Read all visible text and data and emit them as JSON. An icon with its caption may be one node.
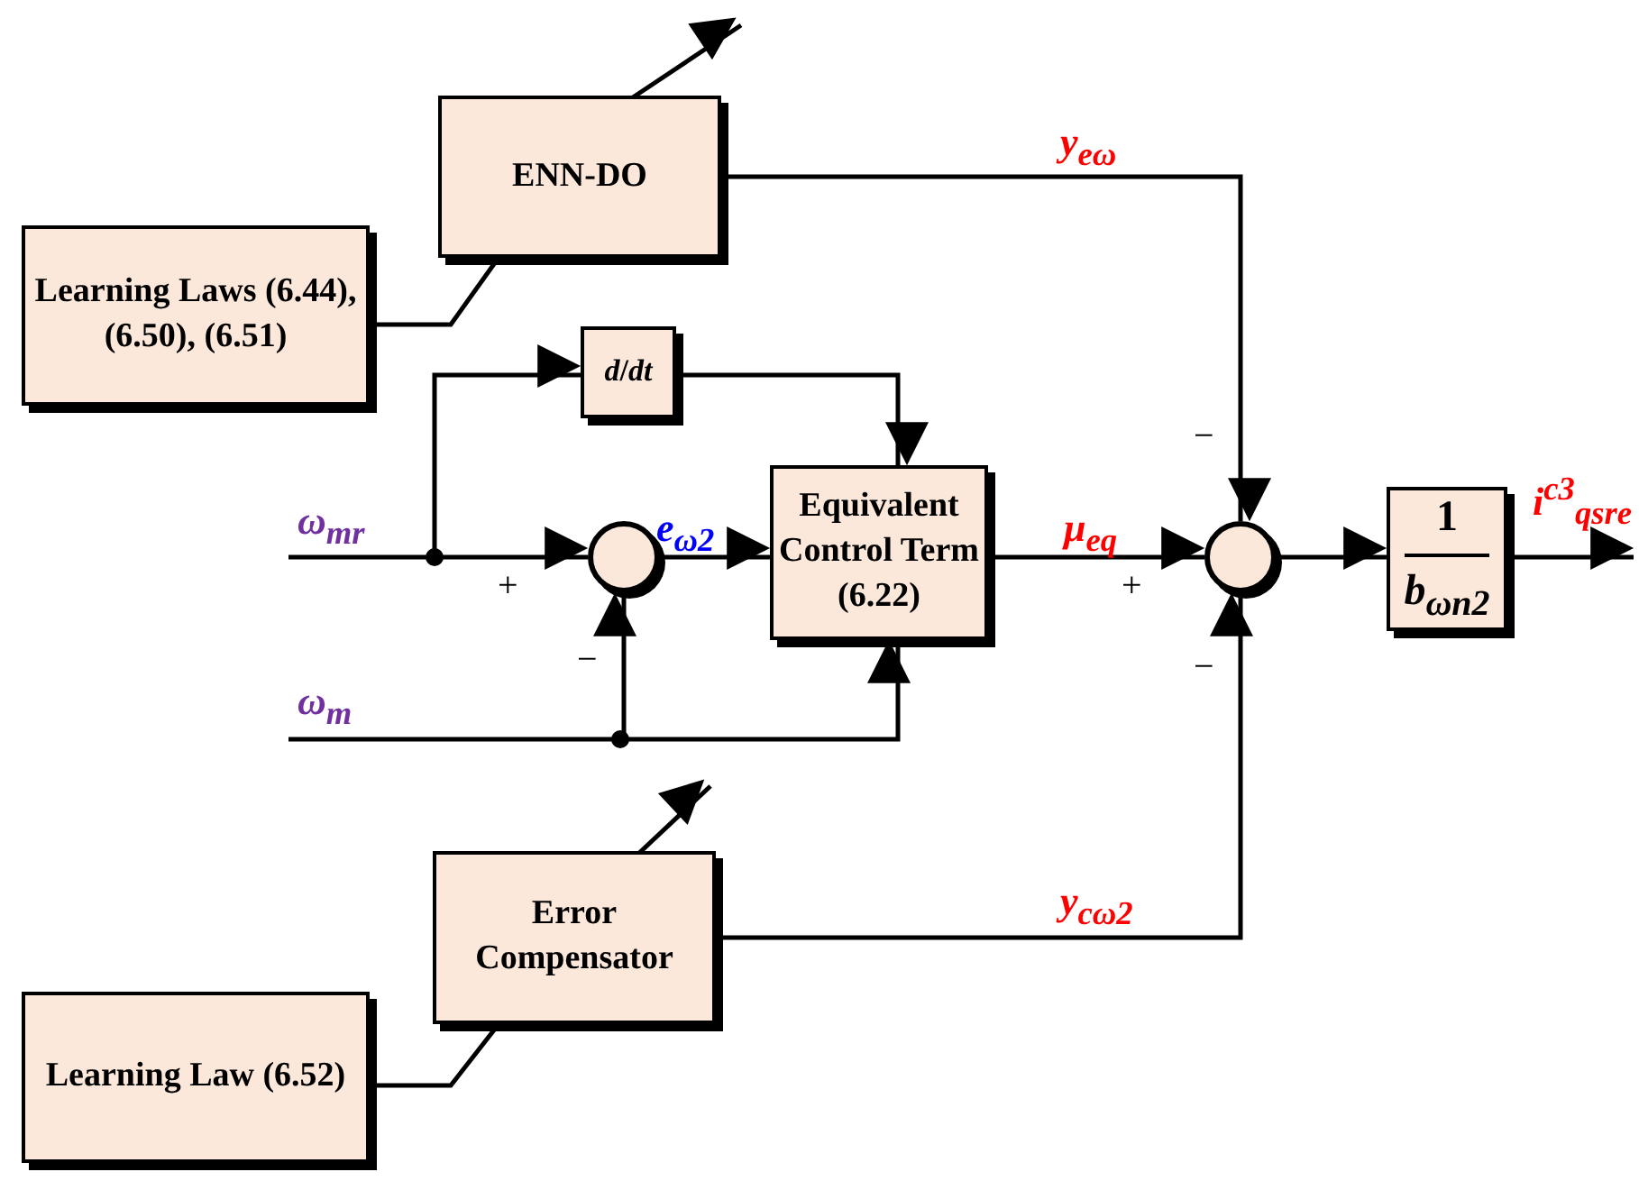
{
  "diagram": {
    "nodes": [
      {
        "text": [
          "ENN-DO"
        ]
      },
      {
        "text": [
          "Learning Laws (6.44), (6.50), (6.51)"
        ]
      },
      {
        "text": [
          "*d*/*dt*"
        ]
      },
      {
        "text": [],
        "shape": "circle"
      },
      {
        "text": [
          "Equivalent Control Term (6.22)"
        ]
      },
      {
        "text": [],
        "shape": "circle"
      },
      {
        "text": [
          "1",
          "b$_{ωn2}$"
        ]
      },
      {
        "text": [
          "Error Compensator"
        ]
      },
      {
        "text": [
          "Learning Law (6.52)"
        ]
      }
    ],
    "edges": [
      {
        "from": null,
        "to": 3,
        "arrow": "to",
        "label": "ω$_{mr}$"
      },
      {
        "from": null,
        "to": 2,
        "arrow": "to"
      },
      {
        "from": null,
        "to": 3,
        "arrow": "to",
        "label": "ω$_{m}$"
      },
      {
        "from": null,
        "to": 4,
        "arrow": "to"
      },
      {
        "from": 3,
        "to": 4,
        "arrow": "to",
        "label": "e$_{ω2}$"
      },
      {
        "from": 2,
        "to": 4,
        "arrow": "to"
      },
      {
        "from": 4,
        "to": 5,
        "arrow": "to",
        "label": "μ$_{eq}$"
      },
      {
        "from": 0,
        "to": 5,
        "arrow": "to",
        "label": "y$_{eω}$"
      },
      {
        "from": 7,
        "to": 5,
        "arrow": "to",
        "label": "y$_{cω2}$"
      },
      {
        "from": 5,
        "to": 6,
        "arrow": "to"
      },
      {
        "from": 6,
        "to": null,
        "arrow": "to",
        "label": "i$^{c3}$$_{qsre}$"
      },
      {
        "from": 1,
        "to": 0,
        "arrow": "none"
      },
      {
        "from": 8,
        "to": 7,
        "arrow": "none"
      }
    ],
    "labels": [
      "+",
      "−",
      "−",
      "+",
      "−"
    ]
  }
}
